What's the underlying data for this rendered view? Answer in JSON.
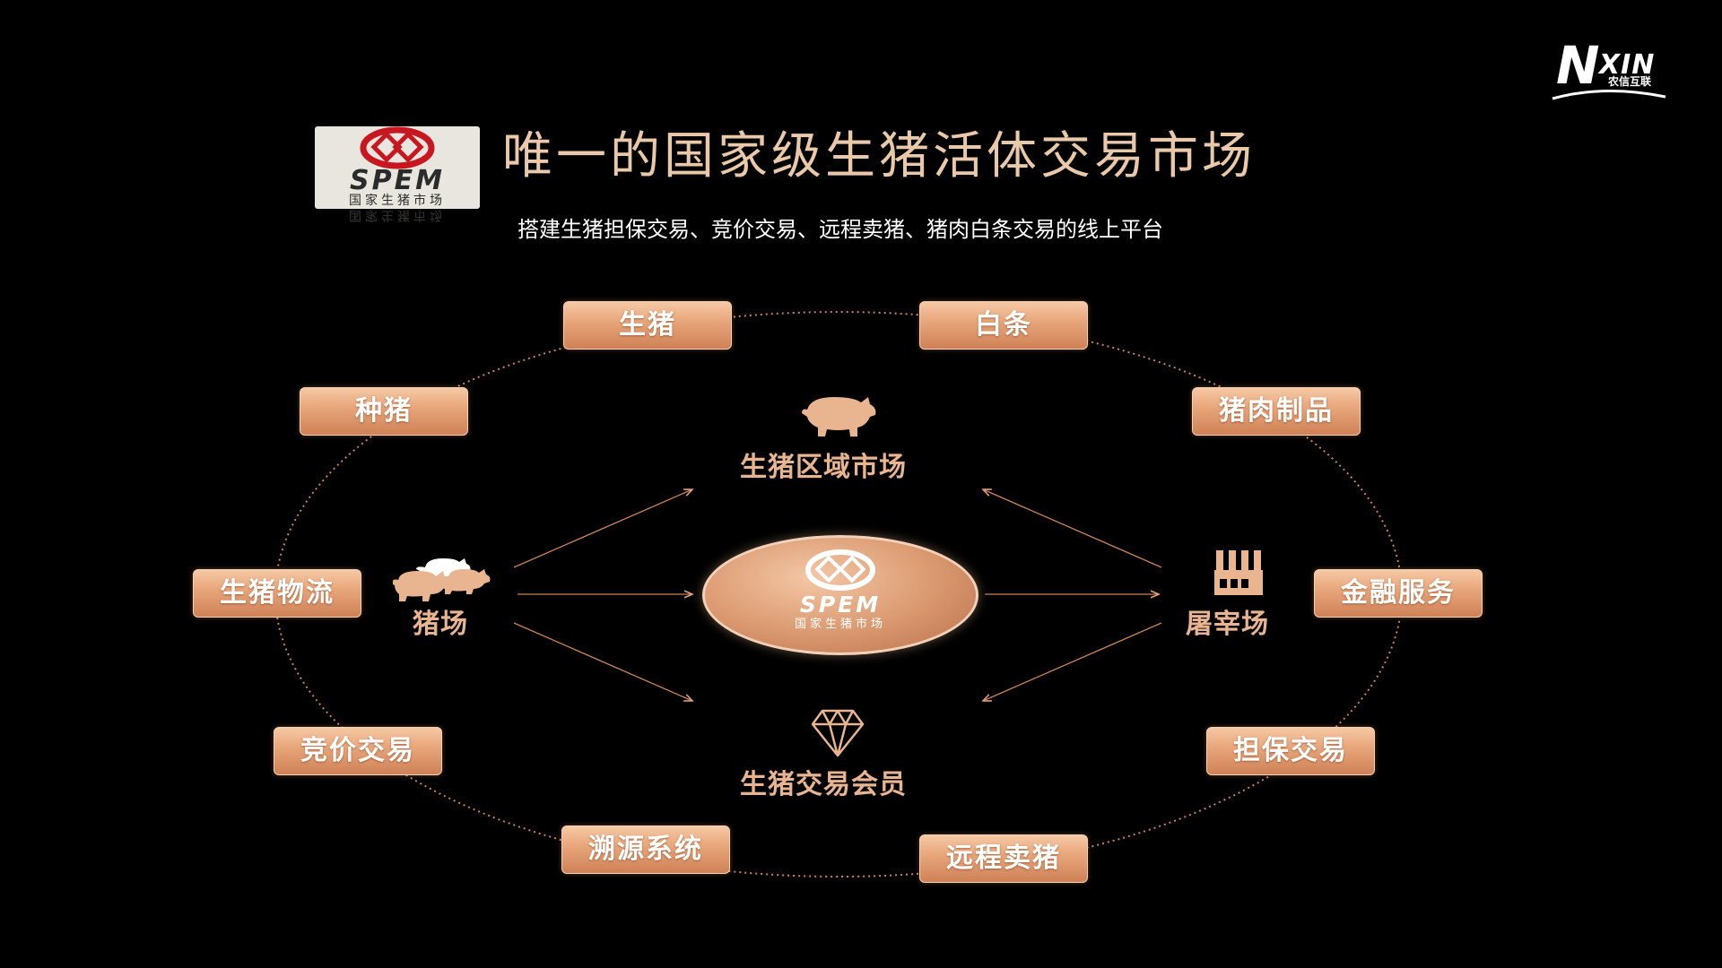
{
  "brand": {
    "logo_letter": "N",
    "logo_word": "XIN",
    "logo_cn": "农信互联",
    "icon": "nxin-logo-icon"
  },
  "header": {
    "spem_logo_word": "SPEM",
    "spem_logo_cn": "国家生猪市场",
    "title": "唯一的国家级生猪活体交易市场",
    "subtitle": "搭建生猪担保交易、竞价交易、远程卖猪、猪肉白条交易的线上平台"
  },
  "center": {
    "word": "SPEM",
    "cn": "国家生猪市场"
  },
  "nodes": {
    "top": {
      "label": "生猪区域市场",
      "icon": "pig-icon"
    },
    "bottom": {
      "label": "生猪交易会员",
      "icon": "diamond-icon"
    },
    "left": {
      "label": "猪场",
      "icon": "pigs-icon"
    },
    "right": {
      "label": "屠宰场",
      "icon": "factory-icon"
    }
  },
  "ring_boxes": [
    {
      "id": "shengzhu",
      "label": "生猪"
    },
    {
      "id": "baitiao",
      "label": "白条"
    },
    {
      "id": "zhongzhu",
      "label": "种猪"
    },
    {
      "id": "zhurou",
      "label": "猪肉制品"
    },
    {
      "id": "wuliu",
      "label": "生猪物流"
    },
    {
      "id": "jinrong",
      "label": "金融服务"
    },
    {
      "id": "jingjia",
      "label": "竞价交易"
    },
    {
      "id": "danbao",
      "label": "担保交易"
    },
    {
      "id": "suyuan",
      "label": "溯源系统"
    },
    {
      "id": "yuancheng",
      "label": "远程卖猪"
    }
  ],
  "colors": {
    "background": "#000000",
    "accent": "#e9a77c",
    "title": "#e9c9a9",
    "node_label": "#e9b591"
  }
}
